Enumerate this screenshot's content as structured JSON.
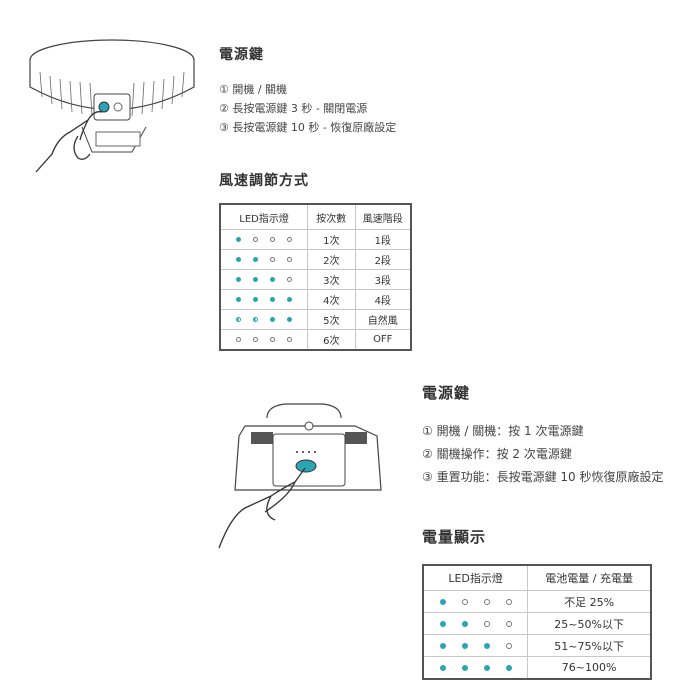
{
  "section1": {
    "title": "電源鍵",
    "steps": [
      "① 開機 / 關機",
      "② 長按電源鍵 3 秒 - 關閉電源",
      "③ 長按電源鍵 10 秒 - 恢復原廠設定"
    ]
  },
  "section2": {
    "title": "風速調節方式",
    "headers": [
      "LED指示燈",
      "按次數",
      "風速階段"
    ],
    "rows": [
      {
        "leds": [
          "on",
          "off",
          "off",
          "off"
        ],
        "presses": "1次",
        "stage": "1段"
      },
      {
        "leds": [
          "on",
          "on",
          "off",
          "off"
        ],
        "presses": "2次",
        "stage": "2段"
      },
      {
        "leds": [
          "on",
          "on",
          "on",
          "off"
        ],
        "presses": "3次",
        "stage": "3段"
      },
      {
        "leds": [
          "on",
          "on",
          "on",
          "on"
        ],
        "presses": "4次",
        "stage": "4段"
      },
      {
        "leds": [
          "half",
          "half",
          "on",
          "on"
        ],
        "presses": "5次",
        "stage": "自然風"
      },
      {
        "leds": [
          "off",
          "off",
          "off",
          "off"
        ],
        "presses": "6次",
        "stage": "OFF"
      }
    ]
  },
  "section3": {
    "title": "電源鍵",
    "steps": [
      "① 開機 / 關機：按 1 次電源鍵",
      "② 關機操作：按 2 次電源鍵",
      "③ 重置功能：長按電源鍵 10 秒恢復原廠設定"
    ]
  },
  "section4": {
    "title": "電量顯示",
    "headers": [
      "LED指示燈",
      "電池電量 / 充電量"
    ],
    "rows": [
      {
        "leds": [
          "on",
          "off",
          "off",
          "off"
        ],
        "level": "不足 25%"
      },
      {
        "leds": [
          "on",
          "on",
          "off",
          "off"
        ],
        "level": "25~50%以下"
      },
      {
        "leds": [
          "on",
          "on",
          "on",
          "off"
        ],
        "level": "51~75%以下"
      },
      {
        "leds": [
          "on",
          "on",
          "on",
          "on"
        ],
        "level": "76~100%"
      }
    ]
  },
  "colors": {
    "led_on": "#2aa5b3",
    "led_off": "#777777"
  },
  "icons": [
    "fan-top-illustration",
    "hand-pressing-icon",
    "fan-base-illustration"
  ]
}
